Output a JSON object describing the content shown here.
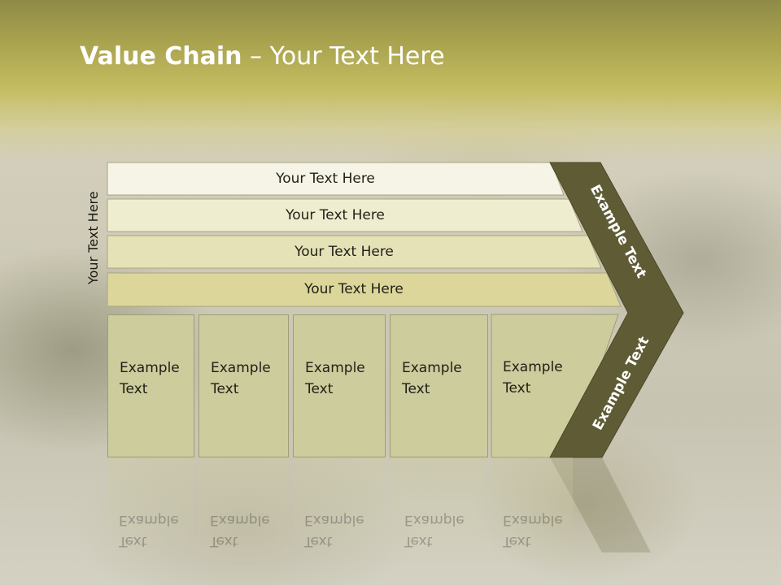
{
  "title": {
    "bold": "Value Chain",
    "rest": " – Your Text Here"
  },
  "side_label": "Your Text Here",
  "bars": [
    {
      "label": "Your Text Here",
      "color": "#f5f4e6"
    },
    {
      "label": "Your Text Here",
      "color": "#efedd0"
    },
    {
      "label": "Your Text Here",
      "color": "#e6e2b8"
    },
    {
      "label": "Your Text Here",
      "color": "#ddd69a"
    }
  ],
  "cards": [
    {
      "line1": "Example",
      "line2": "Text"
    },
    {
      "line1": "Example",
      "line2": "Text"
    },
    {
      "line1": "Example",
      "line2": "Text"
    },
    {
      "line1": "Example",
      "line2": "Text"
    },
    {
      "line1": "Example",
      "line2": "Text"
    }
  ],
  "chevron": {
    "top_label": "Example Text",
    "bottom_label": "Example Text",
    "color": "#5f5c35"
  },
  "colors": {
    "title_band": "#a8a24e",
    "card_fill": "#cdcc9d"
  }
}
